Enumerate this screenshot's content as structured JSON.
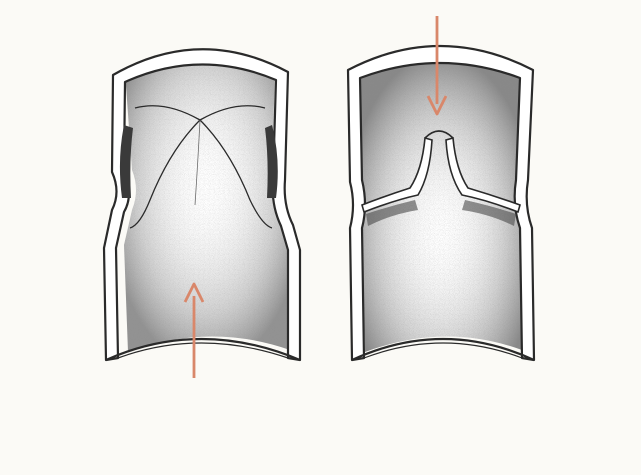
{
  "figure": {
    "panels": [
      {
        "name": "open-valve-vein",
        "flow_direction": "up"
      },
      {
        "name": "closed-valve-vein",
        "flow_direction": "down"
      }
    ]
  },
  "colors": {
    "background": "#fbfaf6",
    "outline": "#2a2a2a",
    "shading": "#5f5f5f",
    "arrow": "#d9876a"
  },
  "icons": {
    "arrow_up": "arrow-up-icon",
    "arrow_down": "arrow-down-icon"
  }
}
